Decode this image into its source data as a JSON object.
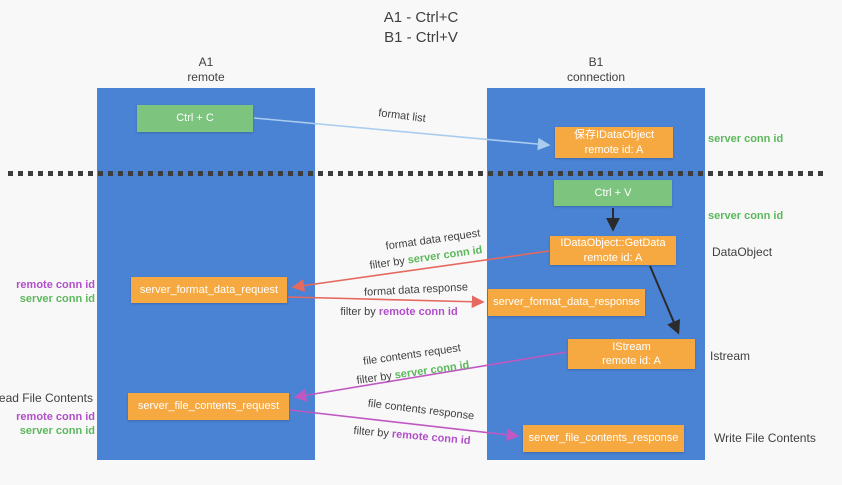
{
  "title": {
    "line1": "A1 - Ctrl+C",
    "line2": "B1 - Ctrl+V"
  },
  "lanes": {
    "a1": {
      "name": "A1",
      "subtitle": "remote"
    },
    "b1": {
      "name": "B1",
      "subtitle": "connection"
    }
  },
  "nodes": {
    "ctrl_c": {
      "label": "Ctrl + C"
    },
    "ctrl_v": {
      "label": "Ctrl + V"
    },
    "save_idataobject": {
      "line1": "保存IDataObject",
      "line2": "remote id: A"
    },
    "getdata": {
      "line1": "IDataObject::GetData",
      "line2": "remote id: A"
    },
    "format_request": {
      "label": "server_format_data_request"
    },
    "format_response": {
      "label": "server_format_data_response"
    },
    "istream": {
      "line1": "IStream",
      "line2": "remote id: A"
    },
    "file_request": {
      "label": "server_file_contents_request"
    },
    "file_response": {
      "label": "server_file_contents_response"
    }
  },
  "edges": {
    "format_list": {
      "label": "format list"
    },
    "format_data_request": {
      "label": "format data request",
      "filter_prefix": "filter by ",
      "filter_key": "server conn id"
    },
    "format_data_response": {
      "label": "format data response",
      "filter_prefix": "filter by ",
      "filter_key": "remote conn id"
    },
    "file_contents_request": {
      "label": "file contents request",
      "filter_prefix": "filter by ",
      "filter_key": "server conn id"
    },
    "file_contents_response": {
      "label": "file contents response",
      "filter_prefix": "filter by ",
      "filter_key": "remote conn id"
    }
  },
  "annotations": {
    "right": {
      "server_conn_id_top": "server conn id",
      "server_conn_id_mid": "server conn id",
      "dataobject": "DataObject",
      "istream": "Istream",
      "write_file_contents": "Write File Contents"
    },
    "left": {
      "remote_conn_id_top": "remote conn id",
      "server_conn_id_top": "server conn id",
      "read_file_contents": "Read File Contents",
      "remote_conn_id_bottom": "remote conn id",
      "server_conn_id_bottom": "server conn id"
    }
  },
  "colors": {
    "lane_blue": "#4a82d4",
    "node_orange": "#f7a941",
    "node_green": "#7dc57f",
    "arrow_light_blue": "#a9cdee",
    "arrow_red": "#e5695e",
    "arrow_magenta": "#bf58c3",
    "arrow_black": "#2b2b2b",
    "text_green": "#5cb85c",
    "text_purple": "#b14fc9",
    "text_dark": "#3f3f3f",
    "background": "#f8f8f8"
  }
}
